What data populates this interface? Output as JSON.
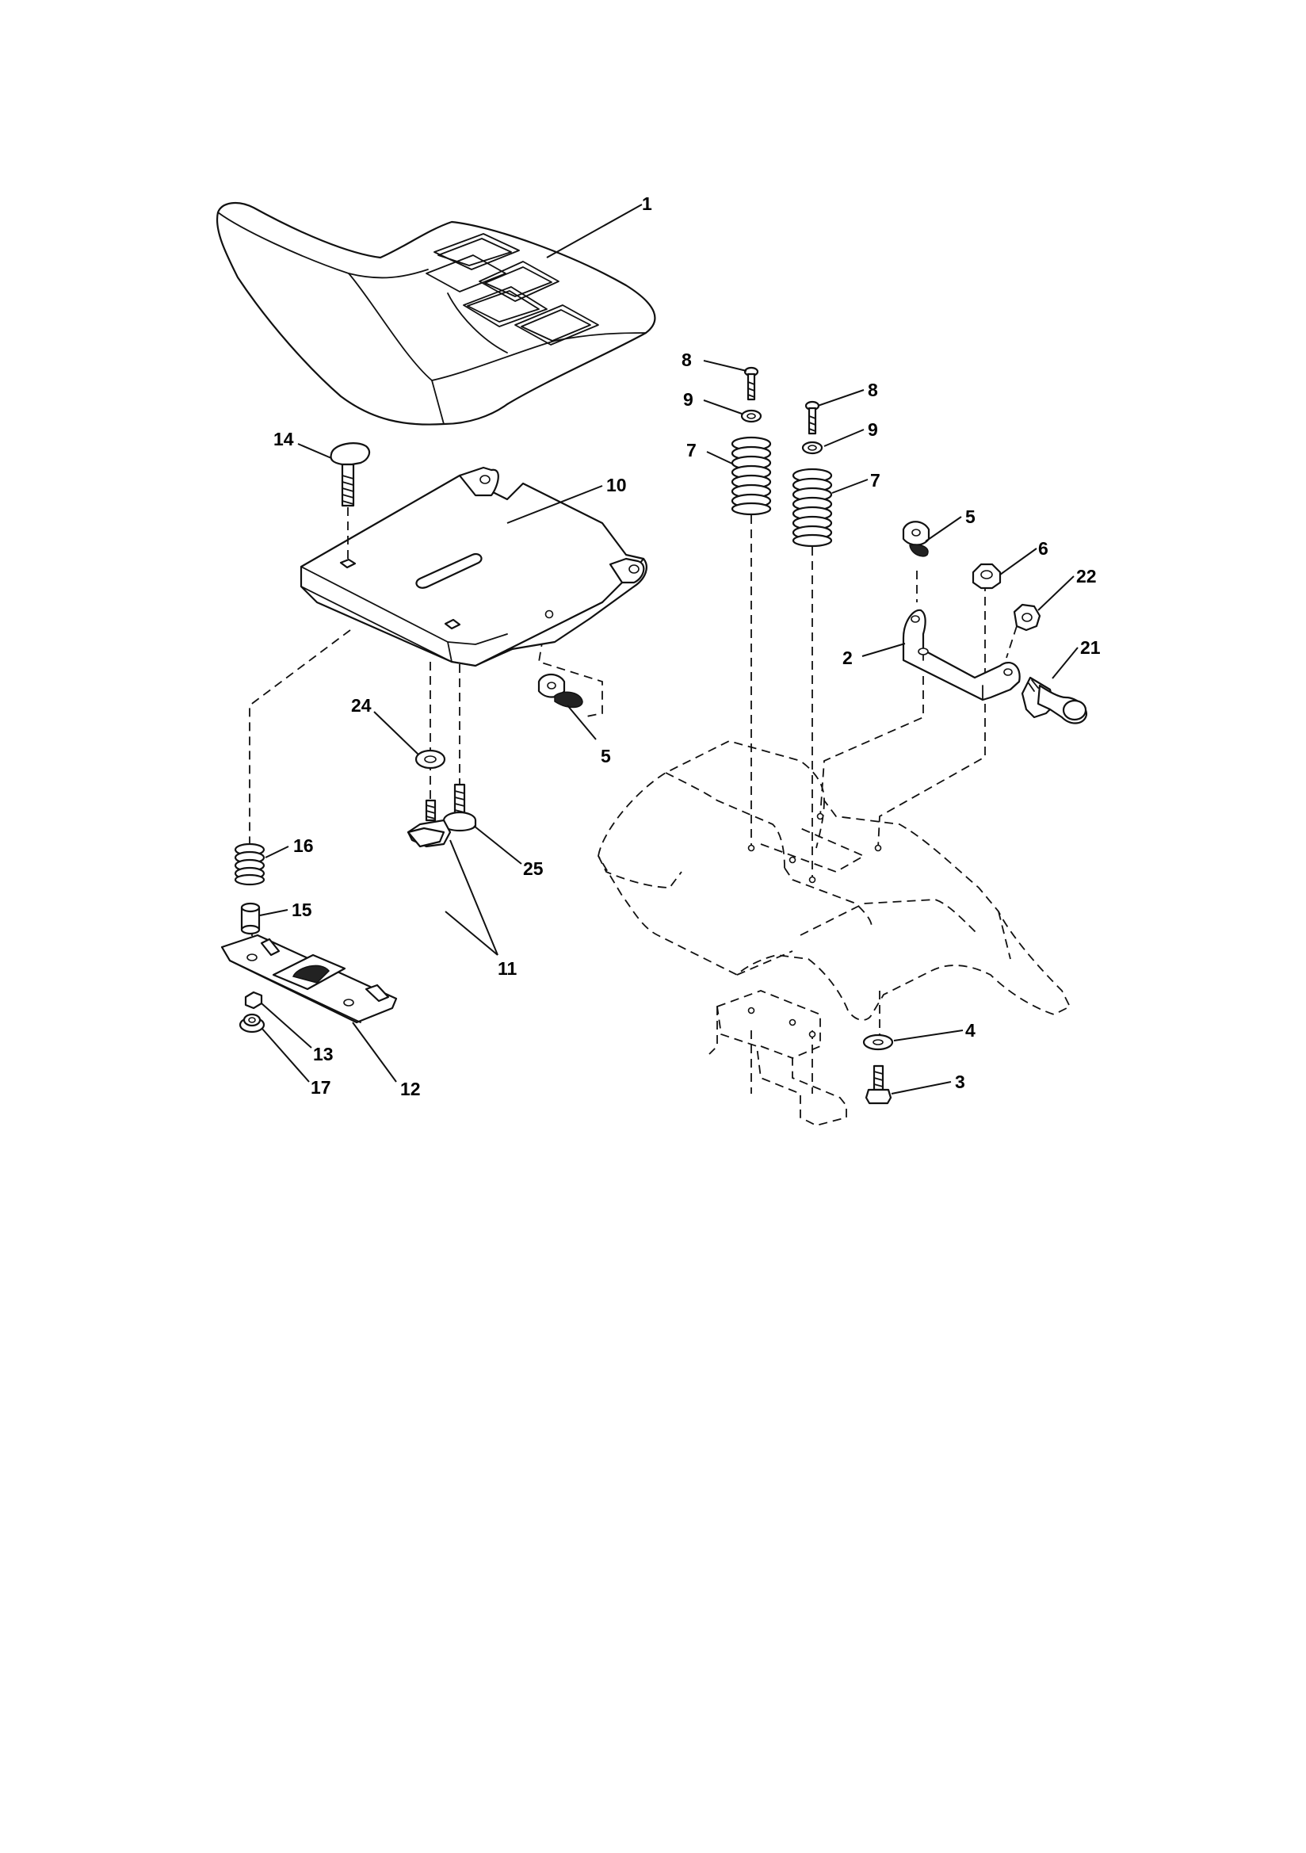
{
  "callouts": {
    "seat": "1",
    "bracket_2": "2",
    "bolt_3": "3",
    "washer_4": "4",
    "clip_5_left": "5",
    "clip_5_right": "5",
    "nut_6": "6",
    "spring_7_left": "7",
    "spring_7_right": "7",
    "bolt_8_left": "8",
    "bolt_8_right": "8",
    "washer_9_left": "9",
    "washer_9_right": "9",
    "seat_pan_10": "10",
    "knob_11": "11",
    "slide_12": "12",
    "nut_13": "13",
    "bolt_14": "14",
    "bushing_15": "15",
    "spring_16": "16",
    "nut_17": "17",
    "bolt_21": "21",
    "nut_22": "22",
    "washer_24": "24",
    "screw_25": "25"
  }
}
